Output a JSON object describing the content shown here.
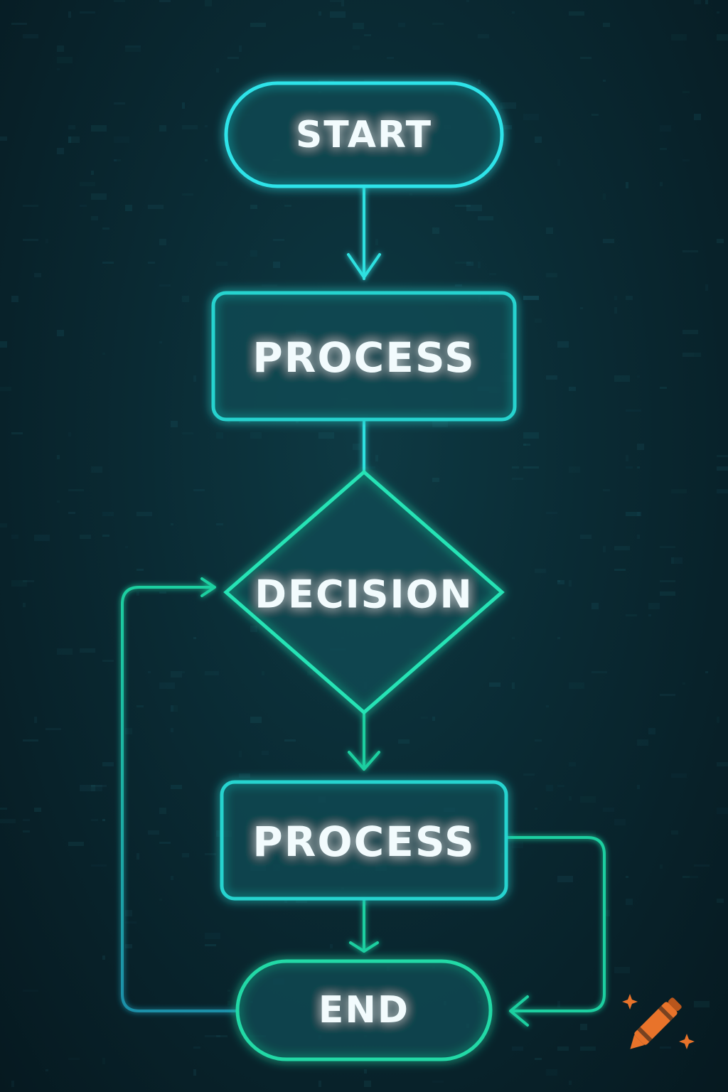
{
  "colors": {
    "background": "#0a2a33",
    "start_node": "#2fe3e9",
    "process_node": "#27d3cf",
    "decision_node": "#25e3b5",
    "end_node": "#22d9a6",
    "edge_top": "#2fe0e0",
    "edge_bottom": "#1fcfa0",
    "loop_left": "#1a8fa8",
    "label": "#f2fbfd",
    "logo": "#e8732a"
  },
  "diagram": {
    "nodes": [
      {
        "id": "start",
        "shape": "terminal",
        "label": "START"
      },
      {
        "id": "process1",
        "shape": "process",
        "label": "PROCESS"
      },
      {
        "id": "decision",
        "shape": "decision",
        "label": "DECISION"
      },
      {
        "id": "process2",
        "shape": "process",
        "label": "PROCESS"
      },
      {
        "id": "end",
        "shape": "terminal",
        "label": "END"
      }
    ],
    "edges": [
      {
        "from": "start",
        "to": "process1",
        "arrow": true
      },
      {
        "from": "process1",
        "to": "decision",
        "arrow": false
      },
      {
        "from": "decision",
        "to": "process2",
        "arrow": true
      },
      {
        "from": "process2",
        "to": "end",
        "arrow": true
      },
      {
        "from": "process2",
        "to": "end",
        "route": "right-loop",
        "arrow": true
      },
      {
        "from": "end",
        "to": "decision",
        "route": "left-loop",
        "arrow": true
      }
    ]
  },
  "icons": {
    "logo": "crayon-icon"
  }
}
